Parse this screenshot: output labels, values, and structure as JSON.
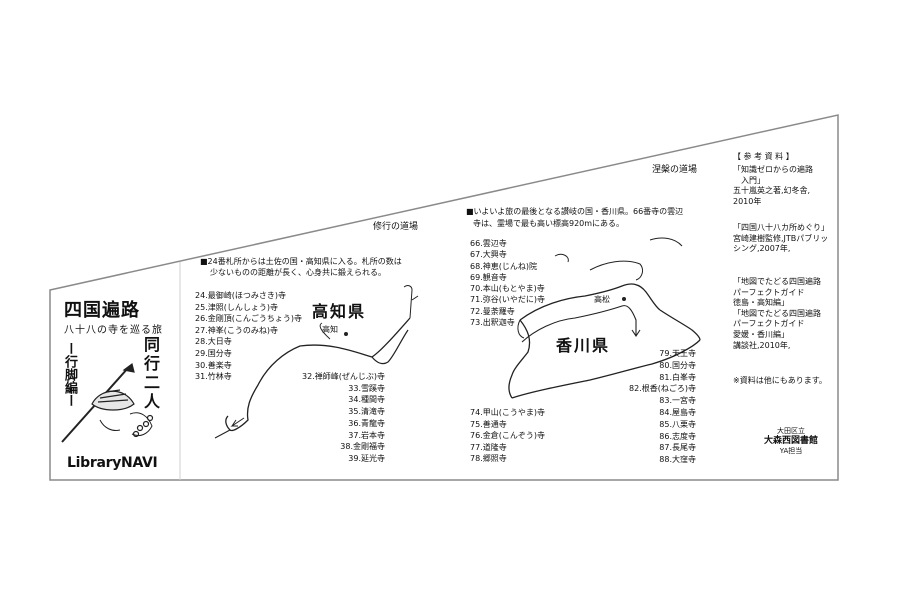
{
  "cover": {
    "title": "四国遍路",
    "subtitle": "八十八の寺を巡る旅",
    "vertical_main": "同行二人",
    "vertical_side": "ー行脚編ー",
    "brand": "LibraryNAVI"
  },
  "kochi": {
    "stage_label": "修行の道場",
    "intro_1": "■24番札所からは土佐の国・高知県に入る。札所の数は",
    "intro_2": "少ないものの距離が長く、心身共に鍛えられる。",
    "pref_label": "高知県",
    "city_label": "高知",
    "temples_left": [
      "24.最御崎(ほつみさき)寺",
      "25.津照(しんしょう)寺",
      "26.金剛頂(こんごうちょう)寺",
      "27.神峯(こうのみね)寺",
      "28.大日寺",
      "29.国分寺",
      "30.善楽寺",
      "31.竹林寺"
    ],
    "temples_right": [
      "32.禅師峰(ぜんじぶ)寺",
      "33.雪蹊寺",
      "34.種間寺",
      "35.清滝寺",
      "36.青龍寺",
      "37.岩本寺",
      "38.金剛福寺",
      "39.延光寺"
    ]
  },
  "kagawa": {
    "stage_label": "涅槃の道場",
    "intro_1": "■いよいよ旅の最後となる讃岐の国・香川県。66番寺の雲辺",
    "intro_2": "寺は、霊場で最も高い標高920mにある。",
    "pref_label": "香川県",
    "city_label": "高松",
    "temples_upper": [
      "66.雲辺寺",
      "67.大興寺",
      "68.神恵(じんね)院",
      "69.観音寺",
      "70.本山(もとやま)寺",
      "71.弥谷(いやだに)寺",
      "72.曼荼羅寺",
      "73.出釈迦寺"
    ],
    "temples_lower_left": [
      "74.甲山(こうやま)寺",
      "75.善通寺",
      "76.金倉(こんぞう)寺",
      "77.道隆寺",
      "78.郷照寺"
    ],
    "temples_right": [
      "79.天王寺",
      "80.国分寺",
      "81.白峯寺",
      "82.根香(ねごろ)寺",
      "83.一宮寺",
      "84.屋島寺",
      "85.八栗寺",
      "86.志度寺",
      "87.長尾寺",
      "88.大窪寺"
    ]
  },
  "references": {
    "heading": "【 参 考 資 料 】",
    "entries": [
      [
        "「知識ゼロからの遍路",
        "　入門」",
        "五十嵐英之著,幻冬舎,",
        "2010年"
      ],
      [
        "「四国八十八カ所めぐり」",
        "宮崎建樹監修,JTBパブリッ",
        "シング,2007年,"
      ],
      [
        "「地図でたどる四国遍路",
        "パーフェクトガイド",
        "徳島・高知編」",
        "「地図でたどる四国遍路",
        "パーフェクトガイド",
        "愛媛・香川編」",
        "講談社,2010年,"
      ]
    ],
    "note": "※資料は他にもあります。",
    "stamp_line1": "大田区立",
    "stamp_line2": "大森西図書館",
    "stamp_line3": "YA担当"
  }
}
